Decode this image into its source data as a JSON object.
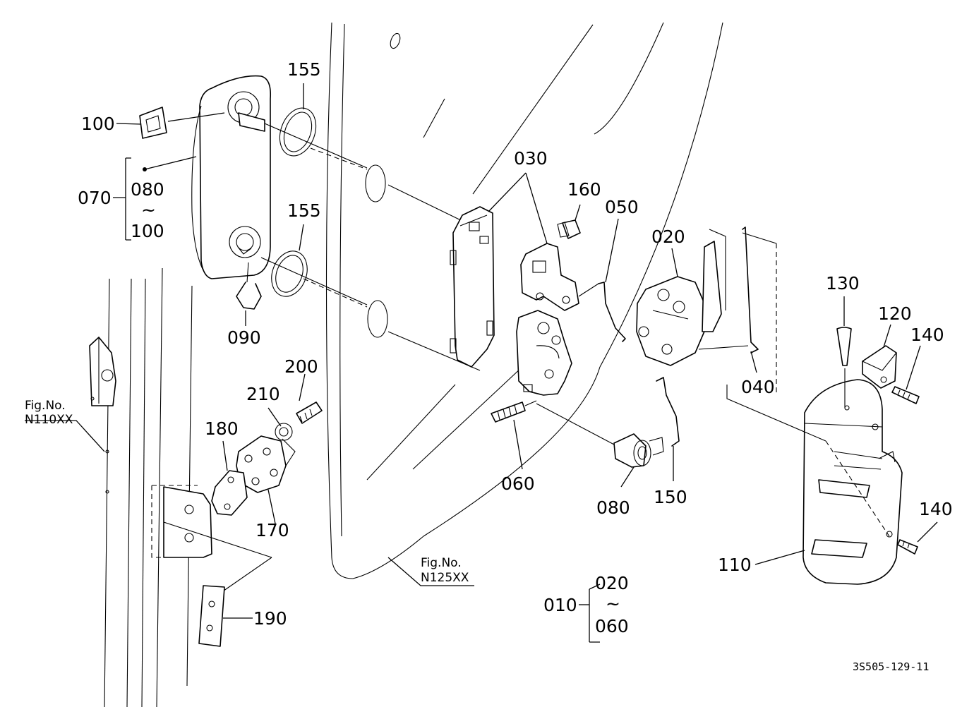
{
  "drawing_code": "3S505-129-11",
  "figure_refs": {
    "left": {
      "line1": "Fig.No.",
      "line2": "N110XX"
    },
    "center": {
      "line1": "Fig.No.",
      "line2": "N125XX"
    }
  },
  "labels": {
    "p155a": "155",
    "p155b": "155",
    "p100": "100",
    "p070": "070",
    "p070_from": "080",
    "p070_tilde": "~",
    "p070_to": "100",
    "p090": "090",
    "p030": "030",
    "p160": "160",
    "p050": "050",
    "p020": "020",
    "p130": "130",
    "p120": "120",
    "p140a": "140",
    "p040": "040",
    "p200": "200",
    "p210": "210",
    "p180": "180",
    "p170": "170",
    "p060": "060",
    "p080": "080",
    "p150": "150",
    "p140b": "140",
    "p110": "110",
    "p190": "190",
    "p010": "010",
    "p010_from": "020",
    "p010_tilde": "~",
    "p010_to": "060"
  }
}
